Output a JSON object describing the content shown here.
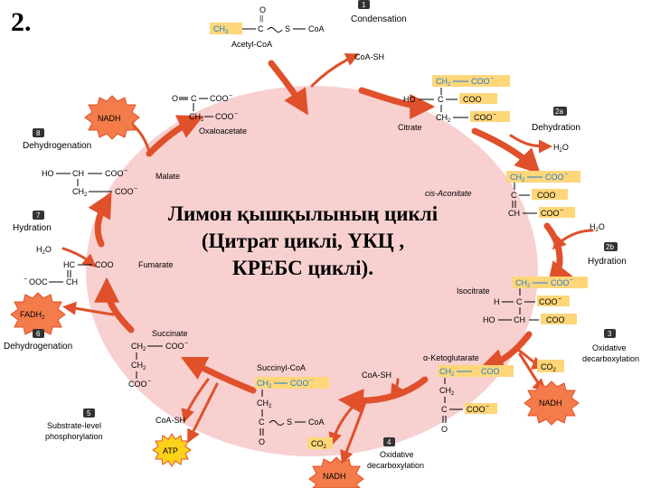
{
  "slide_number": "2.",
  "title_lines": [
    "Лимон қышқылының циклі",
    "(Цитрат циклі, ҮКЦ ,",
    "КРЕБС циклі)."
  ],
  "colors": {
    "circle_fill": "#f8d0d0",
    "arrow": "#e0502a",
    "box_fill": "#ffd67a",
    "box_blue": "#1e7fd6",
    "starburst": "#f47b4a",
    "atp_fill": "#ffd21a",
    "step_badge": "#333333"
  },
  "top": {
    "acetyl_o": "O",
    "acetyl_eq": "||",
    "acetyl_ch3": "CH",
    "acetyl_ch3_sub": "3",
    "acetyl_c": "C",
    "acetyl_s": "S",
    "acetyl_coa": "CoA",
    "acetyl_name": "Acetyl-CoA",
    "step1_num": "1",
    "step1_label": "Condensation",
    "coash1": "CoA-SH"
  },
  "oxaloacetate": {
    "o": "O",
    "c": "C",
    "coo": "COO",
    "ch2": "CH",
    "ch2_sub": "2",
    "coo2": "COO",
    "name": "Oxaloacetate"
  },
  "nadh_top": "NADH",
  "step8": {
    "num": "8",
    "label": "Dehydrogenation"
  },
  "malate": {
    "ho": "HO",
    "ch": "CH",
    "coo": "COO",
    "ch2": "CH",
    "ch2_sub": "2",
    "coo2": "COO",
    "name": "Malate"
  },
  "step7": {
    "num": "7",
    "label": "Hydration",
    "h2o": "H",
    "h2o_sub": "2",
    "h2o_o": "O"
  },
  "fumarate": {
    "hc": "HC",
    "coo": "COO",
    "ooc": "OOC",
    "ch": "CH",
    "name": "Fumarate"
  },
  "fadh2": {
    "label": "FADH",
    "sub": "2"
  },
  "step6": {
    "num": "6",
    "label": "Dehydrogenation"
  },
  "succinate": {
    "name": "Succinate",
    "ch2a": "CH",
    "ch2a_sub": "2",
    "coo": "COO",
    "ch2b": "CH",
    "ch2b_sub": "2",
    "coo2": "COO"
  },
  "step5": {
    "num": "5",
    "line1": "Substrate-level",
    "line2": "phosphorylation",
    "coash": "CoA-SH"
  },
  "atp": "ATP",
  "succinyl": {
    "name": "Succinyl-CoA",
    "ch2a": "CH",
    "ch2a_sub": "2",
    "coo": "COO",
    "ch2b": "CH",
    "ch2b_sub": "2",
    "c": "C",
    "s": "S",
    "coa": "CoA",
    "o": "O"
  },
  "step4": {
    "num": "4",
    "co2": "CO",
    "co2_sub": "2",
    "line1": "Oxidative",
    "line2": "decarboxylation",
    "nadh": "NADH",
    "coash": "CoA-SH"
  },
  "ketoglutarate": {
    "name": "α-Ketoglutarate",
    "ch2a": "CH",
    "ch2a_sub": "2",
    "coo": "COO",
    "ch2b": "CH",
    "ch2b_sub": "2",
    "c": "C",
    "o": "O",
    "coo2": "COO"
  },
  "step3": {
    "num": "3",
    "line1": "Oxidative",
    "line2": "decarboxylation",
    "co2": "CO",
    "co2_sub": "2",
    "nadh": "NADH"
  },
  "isocitrate": {
    "name": "Isocitrate",
    "ch2": "CH",
    "ch2_sub": "2",
    "coo": "COO",
    "h": "H",
    "c": "C",
    "coo2": "COO",
    "ho": "HO",
    "ch": "CH",
    "coo3": "COO"
  },
  "step2b": {
    "num": "2b",
    "label": "Hydration",
    "h2o": "H",
    "h2o_sub": "2",
    "h2o_o": "O"
  },
  "aconitate": {
    "name": "cis-Aconitate",
    "ch2": "CH",
    "ch2_sub": "2",
    "coo": "COO",
    "c": "C",
    "coo2": "COO",
    "ch": "CH",
    "coo3": "COO"
  },
  "step2a": {
    "num": "2a",
    "label": "Dehydration",
    "h2o": "H",
    "h2o_sub": "2",
    "h2o_o": "O"
  },
  "citrate": {
    "name": "Citrate",
    "ch2a": "CH",
    "ch2a_sub": "2",
    "coo": "COO",
    "ho": "HO",
    "c": "C",
    "coo2": "COO",
    "ch2b": "CH",
    "ch2b_sub": "2",
    "coo3": "COO"
  }
}
